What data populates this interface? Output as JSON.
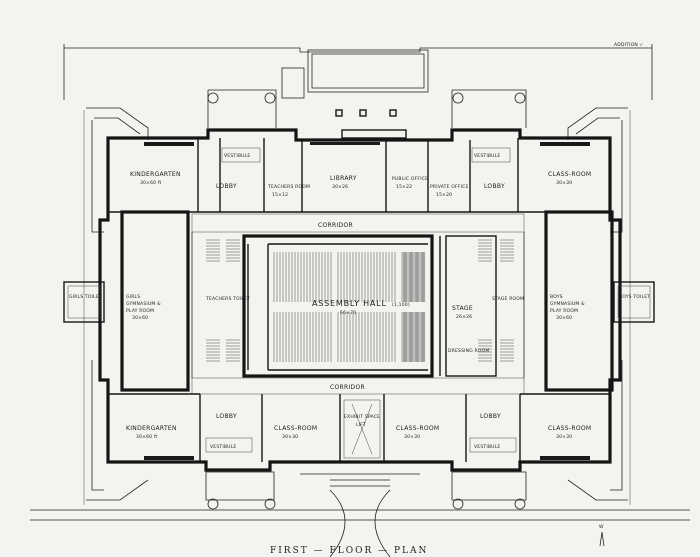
{
  "plan": {
    "title": "FIRST — FLOOR — PLAN",
    "corner_note": "ADDITION ✓",
    "rooms": {
      "kindergarten_top": {
        "name": "KINDERGARTEN",
        "sub": "30×60 ft"
      },
      "kindergarten_bottom": {
        "name": "KINDERGARTEN",
        "sub": "30×60 ft"
      },
      "lobby_tl": "LOBBY",
      "lobby_tr": "LOBBY",
      "lobby_bl": "LOBBY",
      "lobby_br": "LOBBY",
      "teachers_room": {
        "name": "TEACHERS ROOM",
        "sub": "15×12"
      },
      "library": {
        "name": "LIBRARY",
        "sub": "30×26"
      },
      "public_office": {
        "name": "PUBLIC OFFICE",
        "sub": "15×22"
      },
      "private_office": {
        "name": "PRIVATE OFFICE",
        "sub": "15×20"
      },
      "classroom_tr": {
        "name": "CLASS-ROOM",
        "sub": "30×30"
      },
      "classroom_bl": {
        "name": "CLASS-ROOM",
        "sub": "30×30"
      },
      "classroom_bc": {
        "name": "CLASS-ROOM",
        "sub": "30×30"
      },
      "classroom_br": {
        "name": "CLASS-ROOM",
        "sub": "30×30"
      },
      "girls_gym": {
        "line1": "GIRLS",
        "line2": "GYMNASIUM &",
        "line3": "PLAY ROOM",
        "sub": "30×60"
      },
      "boys_gym": {
        "line1": "BOYS",
        "line2": "GYMNASIUM &",
        "line3": "PLAY ROOM",
        "sub": "30×60"
      },
      "assembly_hall": {
        "name": "ASSEMBLY HALL",
        "seats": "(1,100)",
        "sub": "66×70"
      },
      "stage": {
        "name": "STAGE",
        "sub": "26×26"
      },
      "corridor_top": "CORRIDOR",
      "corridor_bottom": "CORRIDOR",
      "vestibule_tl": "VESTIBULE",
      "vestibule_tr": "VESTIBULE",
      "vestibule_bl": "VESTIBULE",
      "vestibule_br": "VESTIBULE",
      "girls_toilet": "GIRLS TOILET",
      "boys_toilet": "BOYS TOILET",
      "teachers_toilet": "TEACHERS TOILET",
      "dressing_room": "DRESSING ROOM",
      "stage_room": "STAGE ROOM",
      "exhibit_space": "EXHIBIT SPACE",
      "lift": "LIFT",
      "scale_w": "W"
    }
  }
}
